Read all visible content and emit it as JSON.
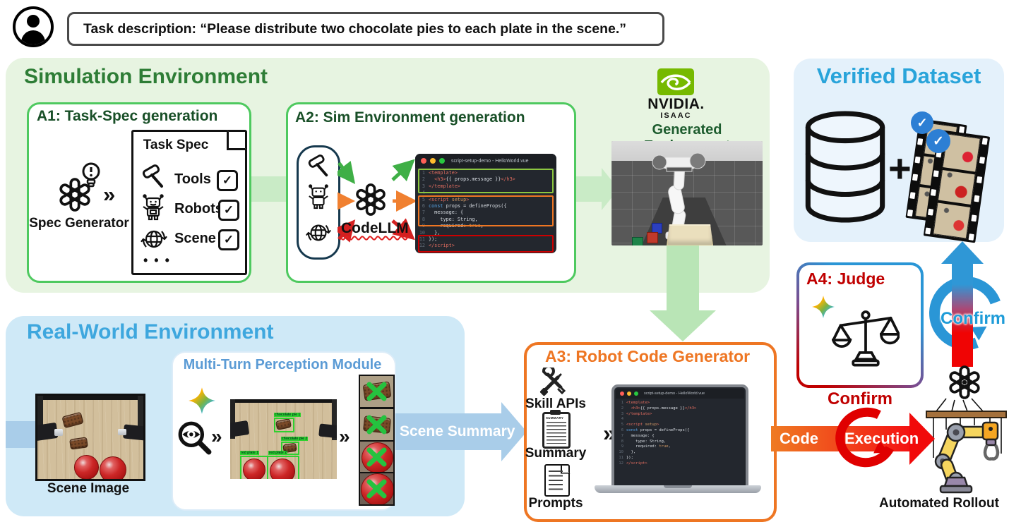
{
  "glyphs": {
    "chevron": "»",
    "check": "✓",
    "plus": "+",
    "ellipsis": "• • •"
  },
  "colors": {
    "sim_green_bg": "#e7f4e1",
    "box_green_border": "#4ec95f",
    "dark_green_text": "#184f27",
    "sim_title_green": "#2e7d36",
    "light_green_arrow": "#c2e8bf",
    "realworld_bg": "#cfe9f7",
    "realworld_title_blue": "#3ea7de",
    "module_title_blue": "#5b9bd5",
    "dataset_bg": "#e4f1fb",
    "dataset_title_blue": "#29a4da",
    "orange": "#ee7623",
    "judge_red": "#c00000",
    "arrow_red": "#ee1111",
    "loop_blue": "#2a96d6",
    "band_blue": "#a9cde9",
    "nvidia_green": "#76b900"
  },
  "header": {
    "task_text": "Task description: “Please distribute two chocolate pies to each plate in the scene.”"
  },
  "simulation": {
    "title": "Simulation Environment",
    "a1": {
      "title": "A1: Task-Spec generation",
      "spec_generator_label": "Spec Generator",
      "doc_title": "Task Spec",
      "items": [
        {
          "icon": "hammer-icon",
          "label": "Tools"
        },
        {
          "icon": "robot-icon",
          "label": "Robots"
        },
        {
          "icon": "globe-icon",
          "label": "Scene"
        }
      ]
    },
    "a2": {
      "title": "A2: Sim Environment generation",
      "codellm_label": "CodeLLM"
    },
    "nvidia_brand": "NVIDIA.",
    "nvidia_sub": "ISAAC",
    "generated_caption": "Generated Environment"
  },
  "editor": {
    "window_title": "script-setup-demo - HelloWorld.vue",
    "lines": [
      {
        "n": "1",
        "segs": [
          {
            "t": "<template>",
            "c": "tag"
          }
        ]
      },
      {
        "n": "2",
        "segs": [
          {
            "t": "  <h3>",
            "c": "tag"
          },
          {
            "t": "{{ props.message }}",
            "c": "plain"
          },
          {
            "t": "</h3>",
            "c": "tag"
          }
        ]
      },
      {
        "n": "3",
        "segs": [
          {
            "t": "</template>",
            "c": "tag"
          }
        ]
      },
      {
        "n": "4",
        "segs": []
      },
      {
        "n": "5",
        "segs": [
          {
            "t": "<script ",
            "c": "tag"
          },
          {
            "t": "setup",
            "c": "orange"
          },
          {
            "t": ">",
            "c": "tag"
          }
        ]
      },
      {
        "n": "6",
        "segs": [
          {
            "t": "const ",
            "c": "blue"
          },
          {
            "t": "props = defineProps({",
            "c": "plain"
          }
        ]
      },
      {
        "n": "7",
        "segs": [
          {
            "t": "  message: {",
            "c": "plain"
          }
        ]
      },
      {
        "n": "8",
        "segs": [
          {
            "t": "    type: String,",
            "c": "plain"
          }
        ]
      },
      {
        "n": "9",
        "segs": [
          {
            "t": "    required: ",
            "c": "plain"
          },
          {
            "t": "true",
            "c": "orange"
          },
          {
            "t": ",",
            "c": "plain"
          }
        ]
      },
      {
        "n": "10",
        "segs": [
          {
            "t": "  },",
            "c": "plain"
          }
        ]
      },
      {
        "n": "11",
        "segs": [
          {
            "t": "});",
            "c": "plain"
          }
        ]
      },
      {
        "n": "12",
        "segs": [
          {
            "t": "</script>",
            "c": "tag"
          }
        ]
      }
    ]
  },
  "verified": {
    "title": "Verified Dataset"
  },
  "judge": {
    "title": "A4: Judge",
    "confirm": "Confirm"
  },
  "loop": {
    "confirm": "Confirm"
  },
  "realworld": {
    "title": "Real-World Environment",
    "scene_label": "Scene Image",
    "module_title": "Multi-Turn Perception Module",
    "detections": [
      {
        "label": "chocolate pie 1"
      },
      {
        "label": "chocolate pie 2"
      },
      {
        "label": "red plate 1"
      },
      {
        "label": "red plate 2"
      }
    ]
  },
  "scene_summary": "Scene Summary",
  "a3": {
    "title": "A3: Robot Code Generator",
    "skill_label": "Skill APIs",
    "summary_label": "Summary",
    "prompts_label": "Prompts",
    "clipboard_header": "SUMMARY"
  },
  "execution": {
    "word1": "Code",
    "word2": "Execution"
  },
  "rollout_label": "Automated Rollout"
}
